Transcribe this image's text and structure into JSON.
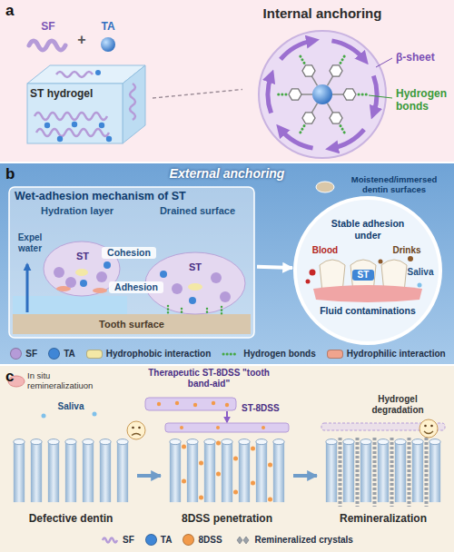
{
  "diagram": {
    "nodes": [
      {
        "text": [
          "a"
        ]
      },
      {
        "text": [
          "ST hydrogel"
        ],
        "in": 0
      },
      {
        "text": [
          "Internal anchoring"
        ],
        "in": 0
      },
      {
        "text": [
          "b",
          "External anchoring"
        ]
      },
      {
        "text": [
          "Wet-adhesion mechanism of ST"
        ],
        "in": 3
      },
      {
        "text": [
          "Stable adhesion under",
          "Fluid contaminations"
        ],
        "in": 3
      },
      {
        "text": [
          "c"
        ]
      },
      {
        "text": [
          "Defective dentin"
        ],
        "in": 6
      },
      {
        "text": [
          "8DSS penetration"
        ],
        "in": 6
      },
      {
        "text": [
          "Remineralization"
        ],
        "in": 6
      }
    ],
    "edges": [
      {
        "from": 1,
        "to": 2,
        "arrow": "none"
      },
      {
        "from": 4,
        "to": 5,
        "arrow": "to"
      },
      {
        "from": 7,
        "to": 8,
        "arrow": "to"
      },
      {
        "from": 8,
        "to": 9,
        "arrow": "to"
      }
    ],
    "labels": [
      "SF",
      "+",
      "TA",
      "β-sheet",
      "Hydrogen bonds",
      "Hydration layer",
      "Drained surface",
      "Expel water",
      "ST",
      "Cohesion",
      "Adhesion",
      "ST",
      "Tooth surface",
      "Moistened/immersed dentin surfaces",
      "Drinks",
      "Blood",
      "ST",
      "Saliva",
      "In situ remineralizatiuon",
      "Saliva",
      "Therapeutic ST-8DSS \"tooth band-aid\"",
      "ST-8DSS",
      "Hydrogel degradation"
    ],
    "legend": [
      {
        "text": "SF",
        "color": "#b59bd8"
      },
      {
        "text": "TA",
        "color": "#3f86d6"
      },
      {
        "text": "Hydrophobic interaction",
        "color": "#f3e8a6"
      },
      {
        "text": "Hydrogen bonds"
      },
      {
        "text": "Hydrophilic interaction",
        "color": "#f0a48e"
      },
      {
        "text": "SF"
      },
      {
        "text": "TA",
        "color": "#3f86d6"
      },
      {
        "text": "8DSS",
        "color": "#f29a4a"
      },
      {
        "text": "Remineralized crystals"
      }
    ]
  }
}
